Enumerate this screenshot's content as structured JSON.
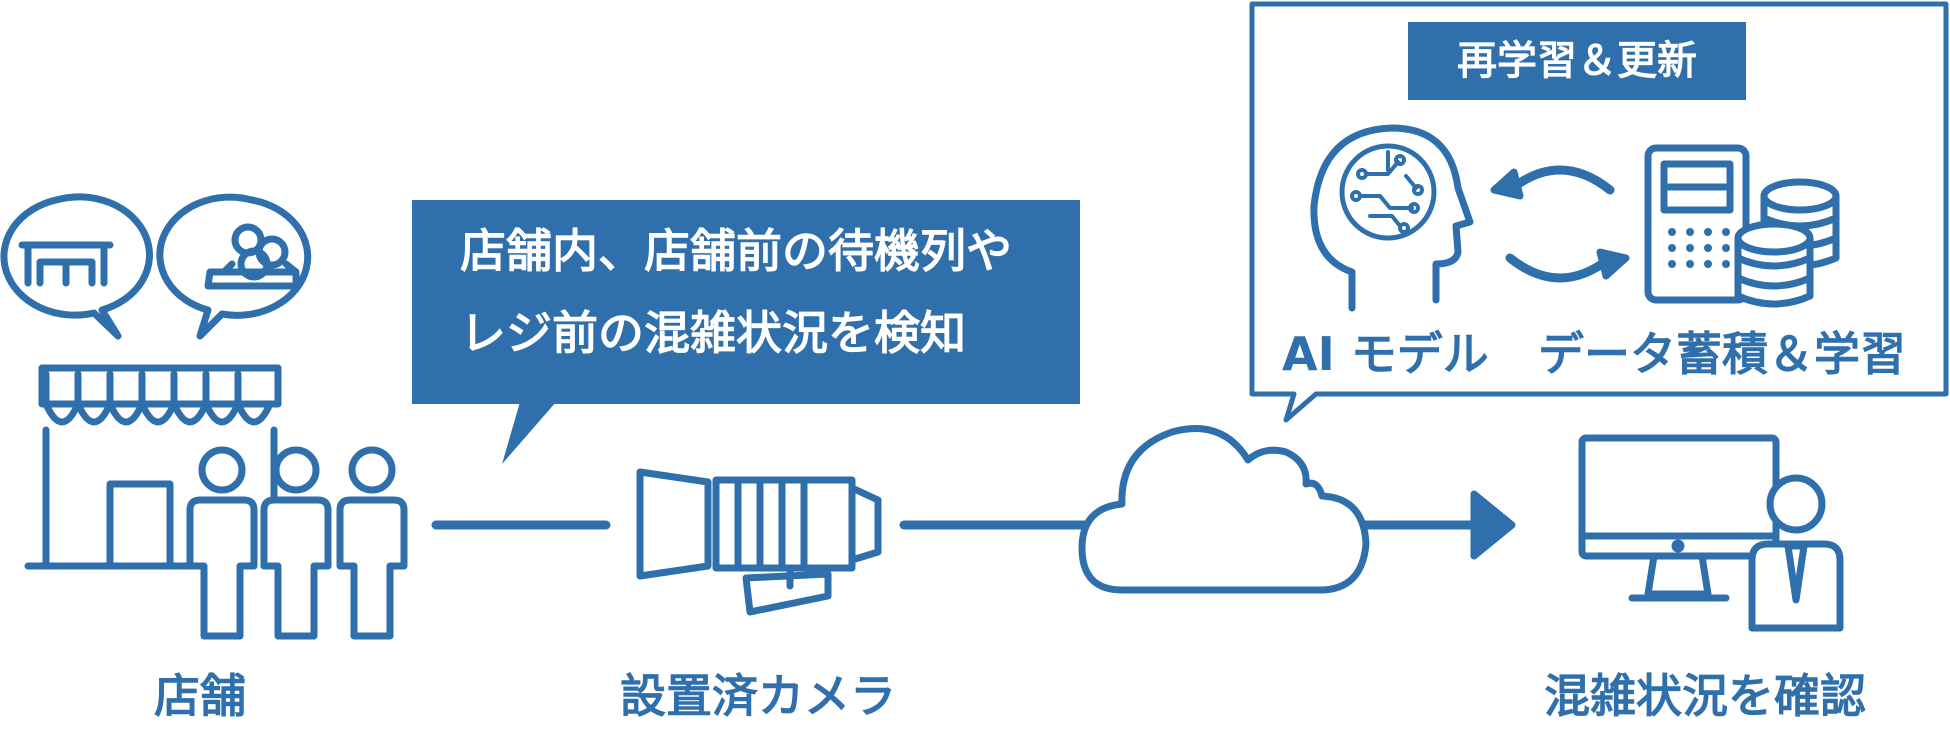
{
  "colors": {
    "primary": "#2f6fab",
    "background": "#ffffff"
  },
  "labels": {
    "store": "店舗",
    "camera": "設置済カメラ",
    "monitor": "混雑状況を確認",
    "ai_model": "AI モデル",
    "data_store": "データ蓄積＆学習",
    "retrain": "再学習＆更新"
  },
  "callout": {
    "line1": "店舗内、店舗前の待機列や",
    "line2": "レジ前の混雑状況を検知"
  },
  "icons": [
    "store-icon",
    "table-bubble-icon",
    "coin-bubble-icon",
    "people-icon",
    "camera-icon",
    "cloud-icon",
    "arrow-right-icon",
    "ai-head-icon",
    "cycle-arrows-icon",
    "database-icon",
    "monitor-icon",
    "person-icon"
  ]
}
